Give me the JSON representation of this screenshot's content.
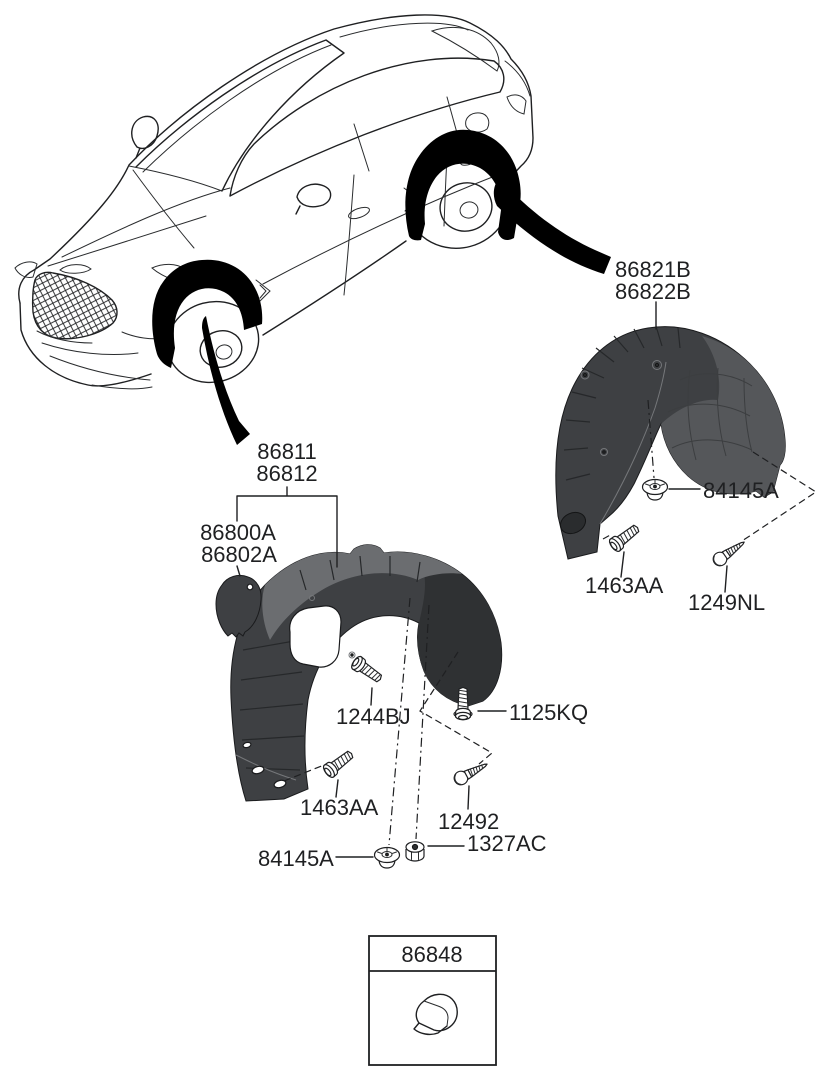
{
  "diagram": {
    "type": "exploded-parts-diagram",
    "callouts": {
      "rear_guard_line1": "86821B",
      "rear_guard_line2": "86822B",
      "front_guard_line1": "86811",
      "front_guard_line2": "86812",
      "mud_pad_line1": "86800A",
      "mud_pad_line2": "86802A",
      "rear_grommet": "84145A",
      "rear_bolt": "1463AA",
      "rear_screw": "1249NL",
      "front_bolt": "1244BJ",
      "front_washer_bolt": "1125KQ",
      "front_lower_bolt": "1463AA",
      "front_screw": "12492",
      "front_nut": "1327AC",
      "front_grommet": "84145A"
    },
    "inset_box": {
      "label": "86848"
    },
    "icons": {
      "flange_bolt": "flange-bolt-icon",
      "washer_bolt": "washer-bolt-icon",
      "tapping_screw": "tapping-screw-icon",
      "grommet_nut": "grommet-nut-icon",
      "flange_nut": "flange-nut-icon",
      "clip": "clip-icon",
      "vehicle": "sedan-line-art"
    },
    "colors": {
      "background": "#ffffff",
      "line": "#1f2022",
      "part_dark": "#3e4043",
      "part_mid": "#55575a",
      "part_light": "#6b6d70",
      "arrow_black": "#000000"
    }
  }
}
